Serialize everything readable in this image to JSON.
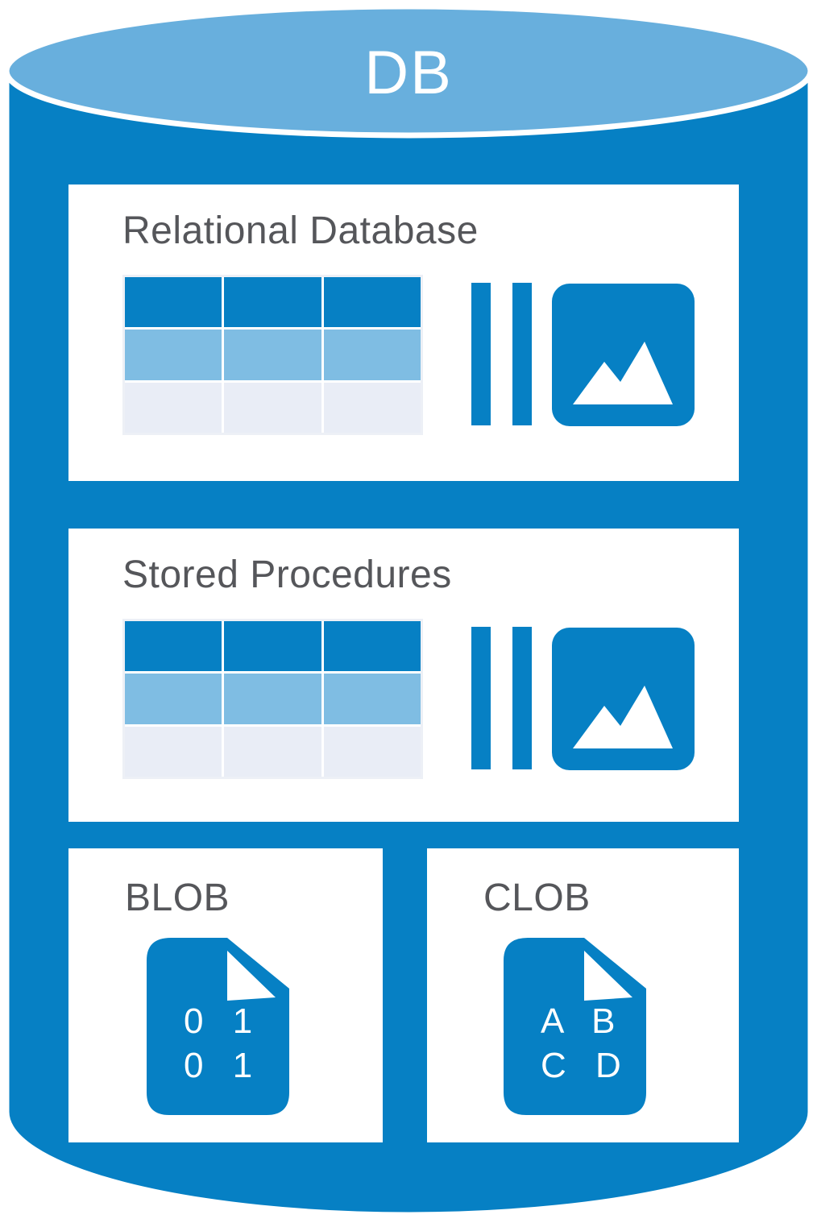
{
  "db_label": "DB",
  "colors": {
    "primary": "#0680c4",
    "top-ellipse": "#68afdd",
    "row-mid": "#7fbde3",
    "row-light": "#e9edf6",
    "table-border": "#edf0f6",
    "title-gray": "#55565a",
    "white": "#ffffff"
  },
  "panels": {
    "relational": {
      "title": "Relational Database"
    },
    "stored": {
      "title": "Stored Procedures"
    },
    "blob": {
      "title": "BLOB",
      "doc_lines": [
        "0 1",
        "0 1"
      ]
    },
    "clob": {
      "title": "CLOB",
      "doc_lines": [
        "A B",
        "C D"
      ]
    }
  }
}
